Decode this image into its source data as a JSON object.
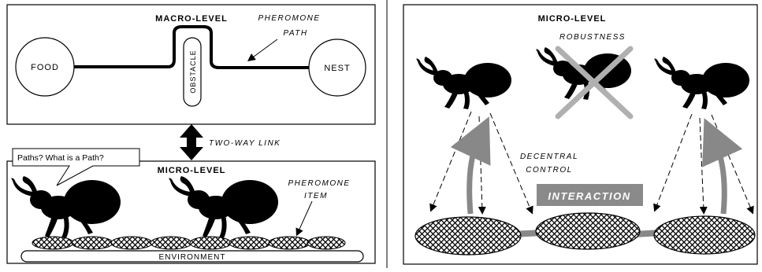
{
  "left_panel": {
    "macro": {
      "title": "MACRO-LEVEL",
      "food_label": "FOOD",
      "nest_label": "NEST",
      "obstacle_label": "OBSTACLE",
      "pheromone_path_line1": "PHEROMONE",
      "pheromone_path_line2": "PATH"
    },
    "link_label": "TWO-WAY LINK",
    "micro": {
      "speech_bubble": "Paths? What is a Path?",
      "title": "MICRO-LEVEL",
      "pheromone_item_line1": "PHEROMONE",
      "pheromone_item_line2": "ITEM",
      "environment_label": "ENVIRONMENT"
    }
  },
  "right_panel": {
    "title": "MICRO-LEVEL",
    "robustness_label": "ROBUSTNESS",
    "decentral_line1": "DECENTRAL",
    "decentral_line2": "CONTROL",
    "interaction_label": "INTERACTION"
  },
  "colors": {
    "ant": "#000000",
    "cross": "#b0b0b0",
    "interaction_box": "#8a8a8a",
    "arrow_gray": "#888888"
  }
}
